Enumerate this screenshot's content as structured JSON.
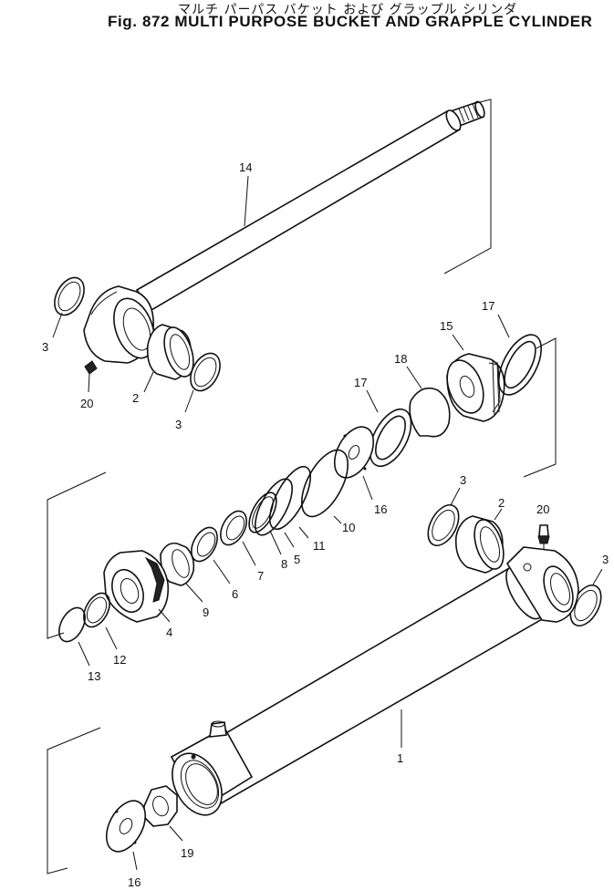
{
  "figure": {
    "title_jp": "マルチ パーパス バケット および グラップル シリンダ",
    "title_en": "Fig. 872 MULTI PURPOSE BUCKET AND GRAPPLE CYLINDER"
  },
  "callouts": {
    "rod": "14",
    "ring_a": "3",
    "grease_fitting_a": "20",
    "bushing_a": "2",
    "ring_b": "3",
    "head_assembly": "15",
    "backup_ring_a": "17",
    "piston_ring": "18",
    "backup_ring_b": "17",
    "plate_a": "16",
    "o_ring_large": "10",
    "ring_11": "11",
    "ring_5": "5",
    "ring_8": "8",
    "seal_7": "7",
    "seal_6": "6",
    "bushing_9": "9",
    "cylinder_head": "4",
    "snap_ring_12": "12",
    "snap_ring_13": "13",
    "bushing_b": "2",
    "ring_c": "3",
    "grease_fitting_b": "20",
    "ring_d": "3",
    "cylinder_tube": "1",
    "nut": "19",
    "plate_b": "16"
  }
}
